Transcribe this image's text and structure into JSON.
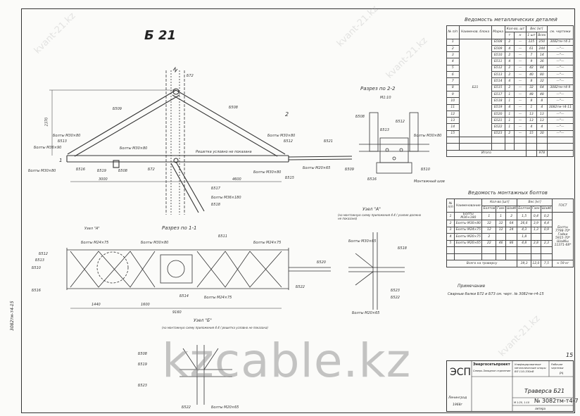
{
  "sheet": {
    "title": "Б 21",
    "page_number": "15",
    "margin_stamp": "3082тм-т4-15"
  },
  "elevation": {
    "labels": {
      "top_node": "Б72",
      "left_brace": "Б509",
      "right_brace": "Б508",
      "lattice_note": "Решетка условно не показана",
      "bolts_left_top": "Болты М30×80",
      "bolts_left": "Болты М36×90",
      "bolts_left_low": "Болты М30×80",
      "b513": "Б513",
      "b516": "Б516",
      "b519": "Б519",
      "b508": "Б508",
      "b72": "Б72",
      "bolts_mid": "Болты М30×80",
      "bolts_right_top": "Болты М30×80",
      "b512": "Б512",
      "bolts_right": "Болты М30×80",
      "b515": "Б515",
      "b521": "Б521",
      "bolts_ext": "Болты М20×65",
      "b517": "Б517",
      "bolts_brace": "Болты М36×180",
      "b518": "Б518",
      "section_2": "2",
      "section_1": "1"
    },
    "dims": {
      "left": "3000",
      "right": "4600",
      "height": "2370"
    }
  },
  "section22": {
    "title": "Разрез по 2-2",
    "scale": "М1:10",
    "labels": {
      "b508": "Б508",
      "b513": "Б513",
      "b512": "Б512",
      "b509": "Б509",
      "b516": "Б516",
      "b510": "Б510",
      "bolts": "Болты М30×80",
      "note": "Монтажный шов"
    }
  },
  "section11": {
    "title": "Разрез по 1-1",
    "node_a": "Узел \"А\"",
    "labels": {
      "b512": "Б512",
      "b513": "Б513",
      "b510": "Б510",
      "bolts1": "Болты М24×75",
      "bolts2": "Болты М30×80",
      "bolts3": "Болты М24×75",
      "b511": "Б511",
      "b514": "Б514",
      "b516": "Б516",
      "b522": "Б522",
      "bolts4": "Болты М24×75",
      "b520": "Б520"
    },
    "dims": {
      "a": "1440",
      "b": "1600",
      "total": "9160"
    }
  },
  "node_a": {
    "title": "Узел \"А\"",
    "note": "(на монтажную схему приложения 4.4 / усилие должно не показано)",
    "labels": {
      "bolts": "Болты М30×65",
      "b518": "Б518",
      "b523": "Б523",
      "b522": "Б522",
      "bolts2": "Болты М20×65"
    }
  },
  "node_b": {
    "title": "Узел \"Б\"",
    "note": "(на монтажную схему приложения 4.4 / решетка условно не показана)",
    "labels": {
      "b508": "Б508",
      "b519": "Б519",
      "b523": "Б523",
      "b522": "Б522",
      "bolts": "Болты М20×65"
    }
  },
  "details_table": {
    "title": "Ведомость металлических деталей",
    "headers": {
      "num": "№ п/п",
      "block": "Наименов. блока",
      "mark": "Марка",
      "qty": "Кол-во, шт",
      "qty_t": "т",
      "qty_n": "н",
      "weight": "Вес [кг]",
      "w_one": "1 шт",
      "w_all": "Всех",
      "ref": "см. чертежи"
    },
    "block_name": "Б21",
    "rows": [
      [
        "1",
        "Б508",
        "2",
        "—",
        "125",
        "250",
        "3082тм-т4-3"
      ],
      [
        "2",
        "Б509",
        "4",
        "—",
        "61",
        "244",
        "—\"—"
      ],
      [
        "3",
        "Б510",
        "2",
        "—",
        "7",
        "14",
        "—\"—"
      ],
      [
        "4",
        "Б511",
        "4",
        "—",
        "9",
        "36",
        "—\"—"
      ],
      [
        "5",
        "Б512",
        "2",
        "—",
        "42",
        "84",
        "—\"—"
      ],
      [
        "6",
        "Б513",
        "2",
        "—",
        "40",
        "80",
        "—\"—"
      ],
      [
        "7",
        "Б514",
        "4",
        "—",
        "8",
        "32",
        "—\"—"
      ],
      [
        "8",
        "Б515",
        "2",
        "—",
        "32",
        "64",
        "3082тм-т4-9"
      ],
      [
        "9",
        "Б517",
        "1",
        "—",
        "48",
        "48",
        "—\"—"
      ],
      [
        "10",
        "Б518",
        "1",
        "—",
        "8",
        "8",
        "—\"—"
      ],
      [
        "11",
        "Б519",
        "4",
        "—",
        "1",
        "4",
        "3082тм-т4-11"
      ],
      [
        "12",
        "Б520",
        "1",
        "—",
        "13",
        "13",
        "—\"—"
      ],
      [
        "13",
        "Б521",
        "1",
        "—",
        "13",
        "13",
        "—\"—"
      ],
      [
        "14",
        "Б522",
        "1",
        "—",
        "4",
        "4",
        "—\"—"
      ],
      [
        "15",
        "Б523",
        "2",
        "—",
        "15",
        "30",
        "—\"—"
      ]
    ],
    "total_label": "Итого",
    "total": "978"
  },
  "bolts_table": {
    "title": "Ведомость монтажных болтов",
    "headers": {
      "num": "№ п/п",
      "name": "Наименование",
      "qty": "Кол-во [шт]",
      "q1": "Болтов",
      "q2": "Гаек",
      "q3": "Шайб",
      "weight": "Вес [кг]",
      "w1": "Болтов",
      "w2": "Гаек",
      "w3": "Шайб",
      "gost": "ГОСТ"
    },
    "rows": [
      [
        "1",
        "Болты М36×180",
        "1",
        "1",
        "2",
        "1,5",
        "0,4",
        "0,2"
      ],
      [
        "2",
        "Болты М30×80",
        "32",
        "32",
        "64",
        "26,6",
        "3,9",
        "4,4"
      ],
      [
        "3",
        "Болты М24×75",
        "12",
        "12",
        "24",
        "4,3",
        "1,3",
        "0,9"
      ],
      [
        "4",
        "Болты М20×75",
        "2",
        "",
        "",
        "1,8",
        "",
        ""
      ],
      [
        "5",
        "Болты М20×65",
        "22",
        "46",
        "86",
        "4,8",
        "2,8",
        "2,3"
      ]
    ],
    "gost": [
      "Болты 7798-70*",
      "Гайки 5915-70*",
      "Шайбы 11371-68*"
    ],
    "total_label": "Всего на траверсу",
    "totals": [
      "39,3",
      "12,0",
      "7,5",
      "≈ 59 кг"
    ]
  },
  "note": {
    "title": "Примечание",
    "text": "Сварные балки Б72 и Б73 см. черт. № 3082тм-т4-15"
  },
  "title_block": {
    "logo": "ЭСП",
    "org": "Энергосетьпроект",
    "org_sub": "Северо-Западное отделение",
    "project": "Унифицированные металлические опоры ВЛ 110-330кВ",
    "stage_label": "Рабочие чертежи",
    "stage": "РЧ",
    "name": "Траверса Б21",
    "drawing_no": "№ 3082тм-т4-7",
    "city": "Ленинград",
    "year": "1968г",
    "sheet_format": "М 1:20, 1:10",
    "format_label": "литера"
  },
  "watermark": {
    "main": "kzcable.kz",
    "tile": "kvant-21.kz"
  }
}
